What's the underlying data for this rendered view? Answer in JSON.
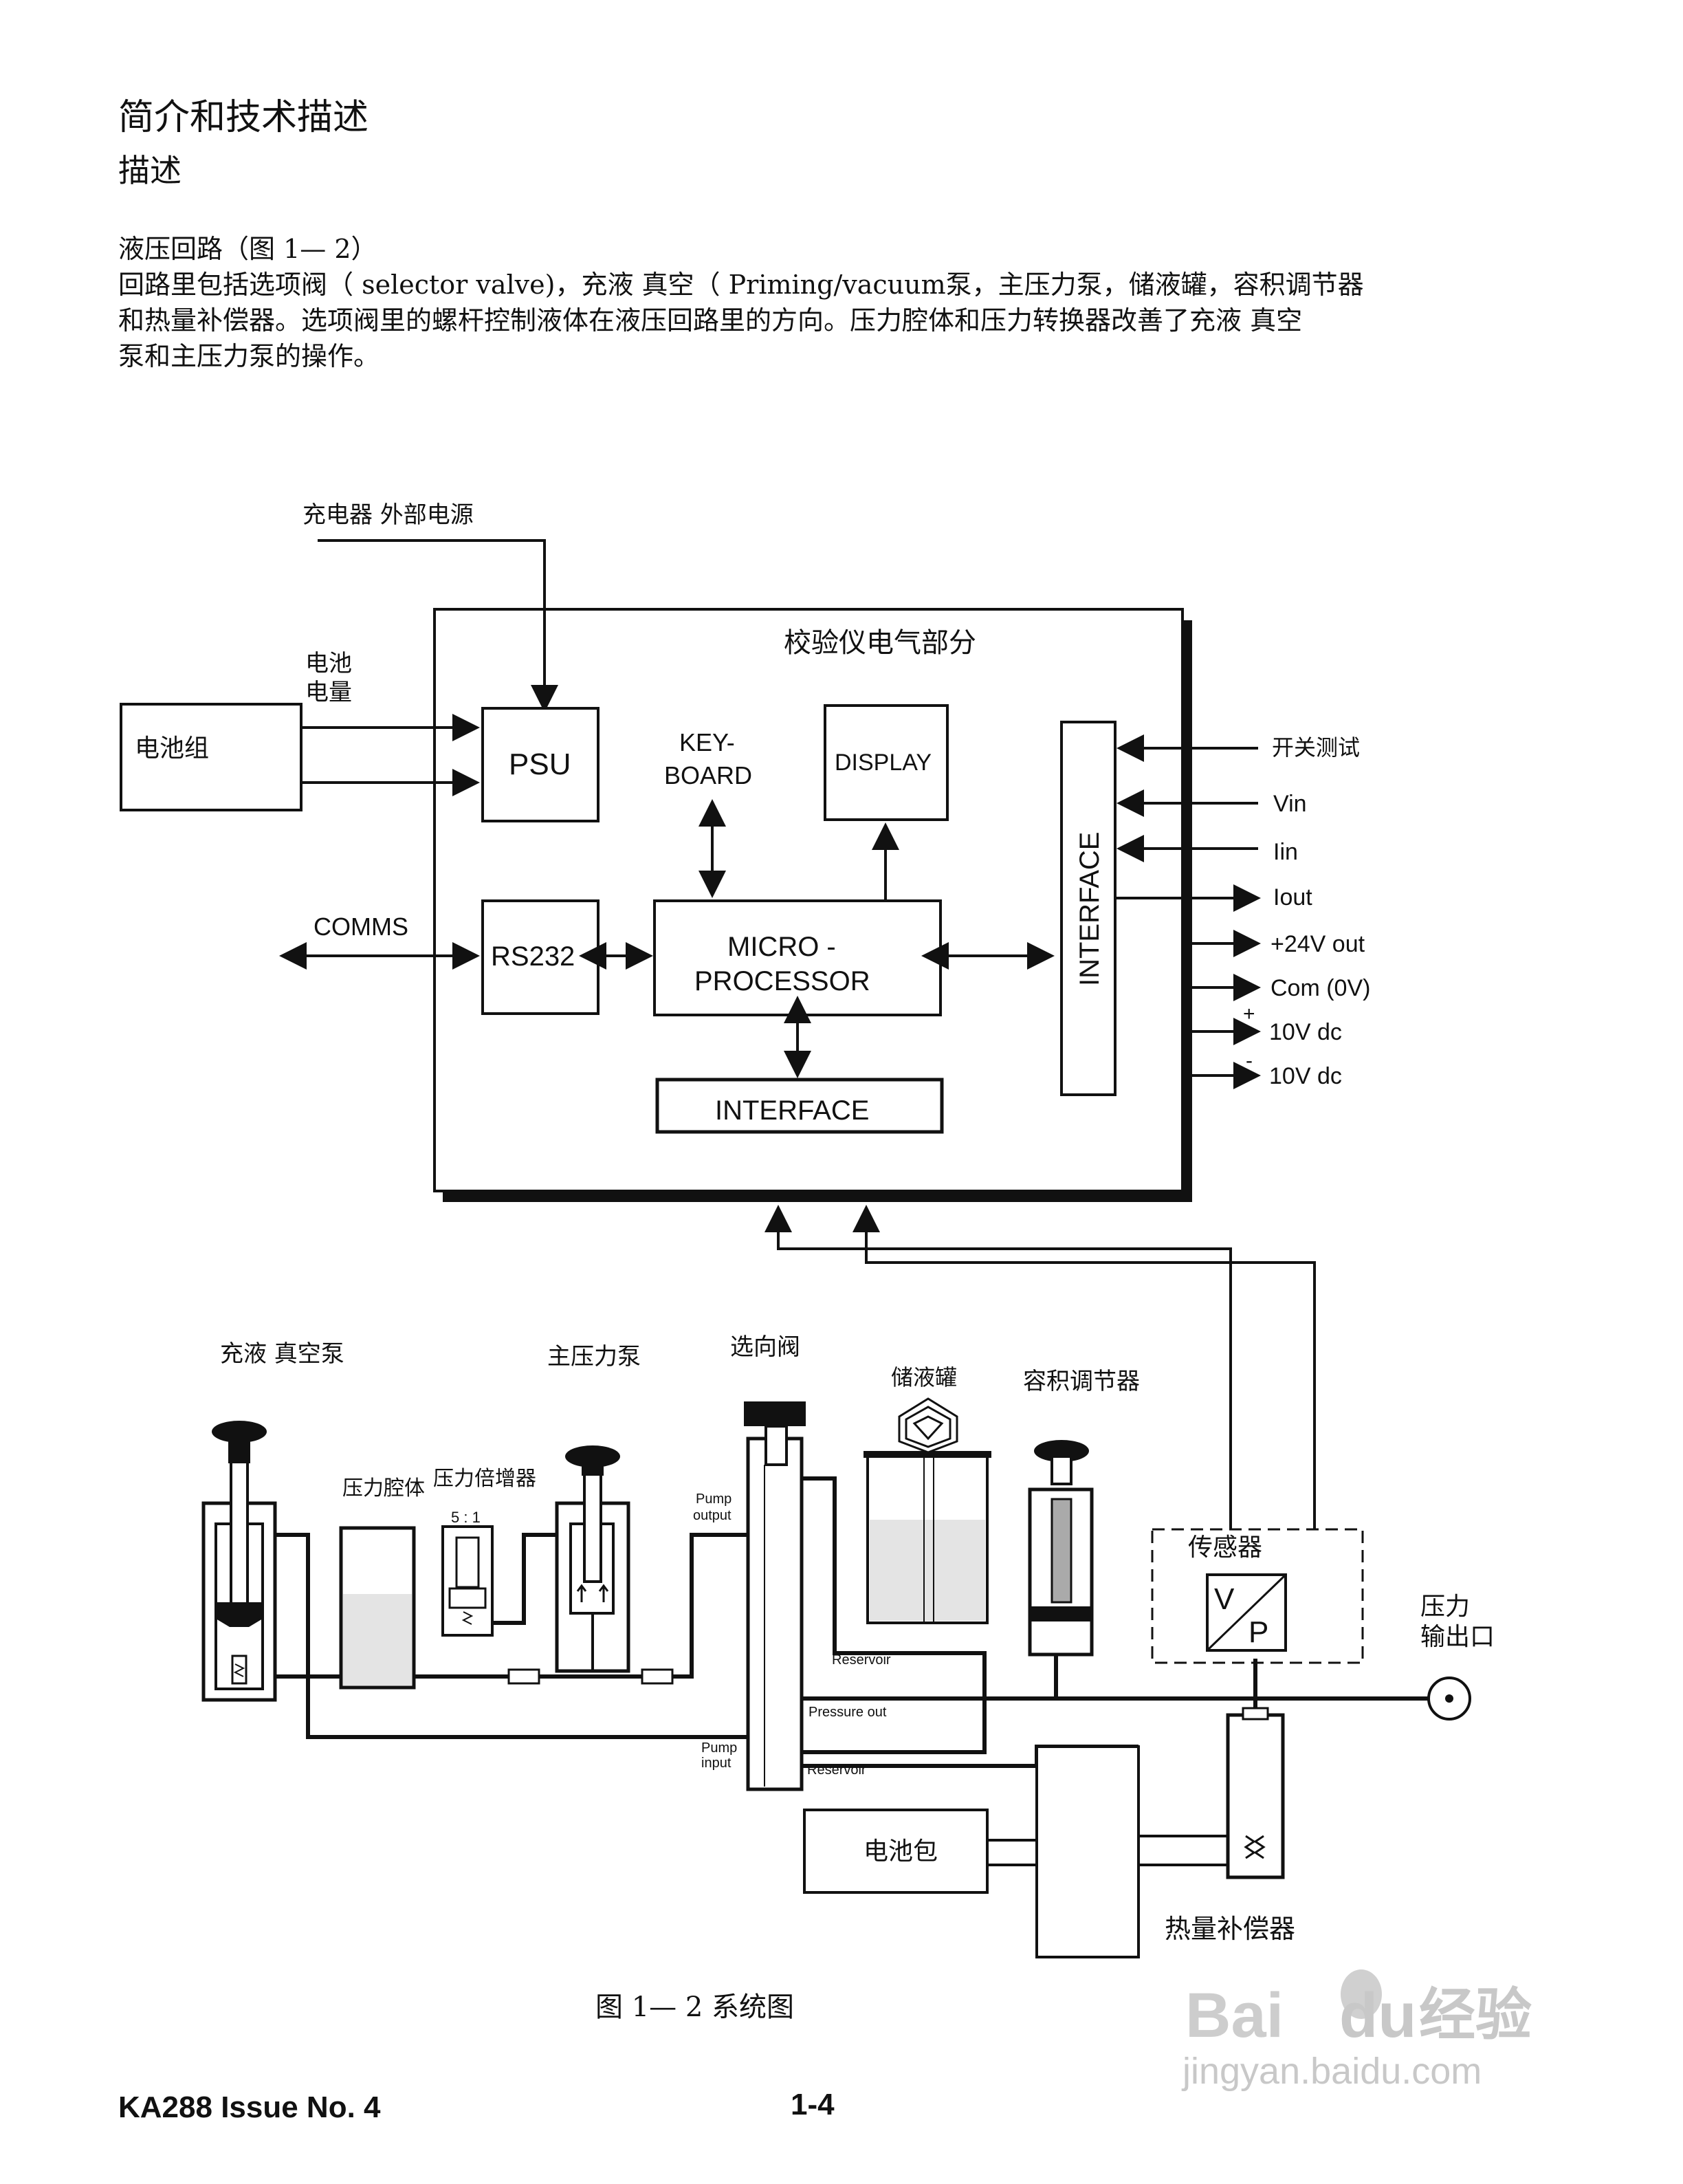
{
  "header": {
    "title": "简介和技术描述",
    "subtitle": "描述"
  },
  "section": {
    "heading": "液压回路（图 1— 2）",
    "lines": [
      "回路里包括选项阀（ selector valve)，充液 真空（ Priming/vacuum泵，主压力泵，储液罐，容积调节器",
      "和热量补偿器。选项阀里的螺杆控制液体在液压回路里的方向。压力腔体和压力转换器改善了充液 真空",
      "泵和主压力泵的操作。"
    ]
  },
  "diagram": {
    "charger_label": "充电器 外部电源",
    "electrical_title": "校验仪电气部分",
    "battery_level_label_1": "电池",
    "battery_level_label_2": "电量",
    "battery_pack_label": "电池组",
    "psu": "PSU",
    "keyboard_1": "KEY-",
    "keyboard_2": "BOARD",
    "display": "DISPLAY",
    "comms": "COMMS",
    "rs232": "RS232",
    "micro_1": "MICRO -",
    "micro_2": "PROCESSOR",
    "interface_bottom": "INTERFACE",
    "interface_right": "INTERFACE",
    "io": {
      "switch_test": "开关测试",
      "vin": "Vin",
      "iin": "Iin",
      "iout": "Iout",
      "v24": "+24V out",
      "com": "Com (0V)",
      "plus_sign": "+",
      "v10_pos": "10V dc",
      "minus_sign": "-",
      "v10_neg": "10V dc"
    },
    "priming_pump": "充液 真空泵",
    "main_pump": "主压力泵",
    "selector_valve": "选向阀",
    "reservoir": "储液罐",
    "volume_adjuster": "容积调节器",
    "pressure_chamber": "压力腔体",
    "pressure_multiplier": "压力倍增器",
    "ratio": "5 : 1",
    "pump_output_1": "Pump",
    "pump_output_2": "output",
    "pump_input_1": "Pump",
    "pump_input_2": "input",
    "reservoir_port_top": "Reservoir",
    "pressure_out": "Pressure out",
    "reservoir_port_bottom": "Reservoir",
    "sensor": "传感器",
    "vp_v": "V",
    "vp_p": "P",
    "pressure_port_1": "压力",
    "pressure_port_2": "输出口",
    "battery_pack_2": "电池包",
    "thermal_comp": "热量补偿器",
    "caption": "图   1— 2 系统图"
  },
  "watermark": {
    "brand": "Bai",
    "brand2": "du",
    "brand_cn": "经验",
    "url": "jingyan.baidu.com"
  },
  "footer": {
    "doc_id": "KA288 Issue No. 4",
    "page": "1-4"
  }
}
